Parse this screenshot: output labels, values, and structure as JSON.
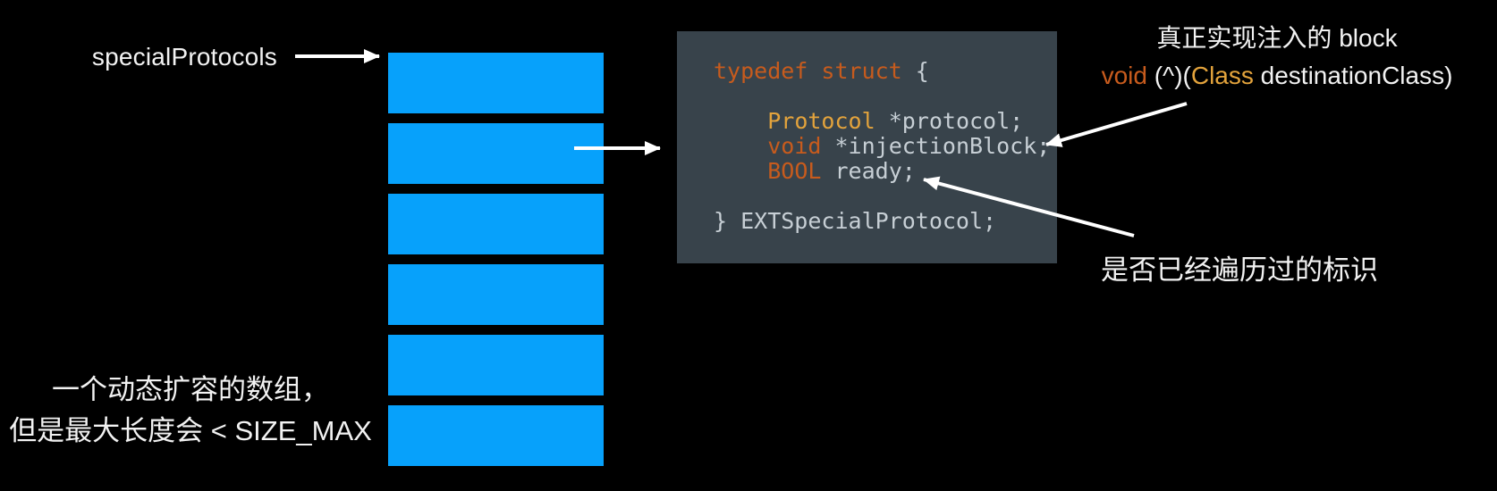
{
  "colors": {
    "background": "#000000",
    "cell_blue": "#07a1fb",
    "code_background": "#38434b",
    "code_plain": "#c7cfd5",
    "keyword_orange": "#c75b1d",
    "type_amber": "#e3a33c",
    "annotation_white": "#f2f2f2"
  },
  "array": {
    "label": "specialProtocols",
    "cell_count": 6
  },
  "code_block": {
    "lines": [
      [
        {
          "t": "typedef struct",
          "c": "kw"
        },
        {
          "t": " {",
          "c": "plain"
        }
      ],
      [],
      [
        {
          "t": "    ",
          "c": "plain"
        },
        {
          "t": "Protocol",
          "c": "type"
        },
        {
          "t": " *protocol;",
          "c": "plain"
        }
      ],
      [
        {
          "t": "    ",
          "c": "plain"
        },
        {
          "t": "void",
          "c": "kw"
        },
        {
          "t": " *injectionBlock;",
          "c": "plain"
        }
      ],
      [
        {
          "t": "    ",
          "c": "plain"
        },
        {
          "t": "BOOL",
          "c": "kw"
        },
        {
          "t": " ready;",
          "c": "plain"
        }
      ],
      [],
      [
        {
          "t": "} EXTSpecialProtocol;",
          "c": "plain"
        }
      ]
    ]
  },
  "annotations": {
    "block_note": {
      "line1": "真正实现注入的 block",
      "line2_segments": [
        {
          "t": "void",
          "c": "kw"
        },
        {
          "t": " (^)(",
          "c": "white"
        },
        {
          "t": "Class",
          "c": "type"
        },
        {
          "t": " destinationClass)",
          "c": "white"
        }
      ]
    },
    "ready_note": "是否已经遍历过的标识",
    "array_note": {
      "line1": "一个动态扩容的数组，",
      "line2": "但是最大长度会 < SIZE_MAX"
    }
  }
}
